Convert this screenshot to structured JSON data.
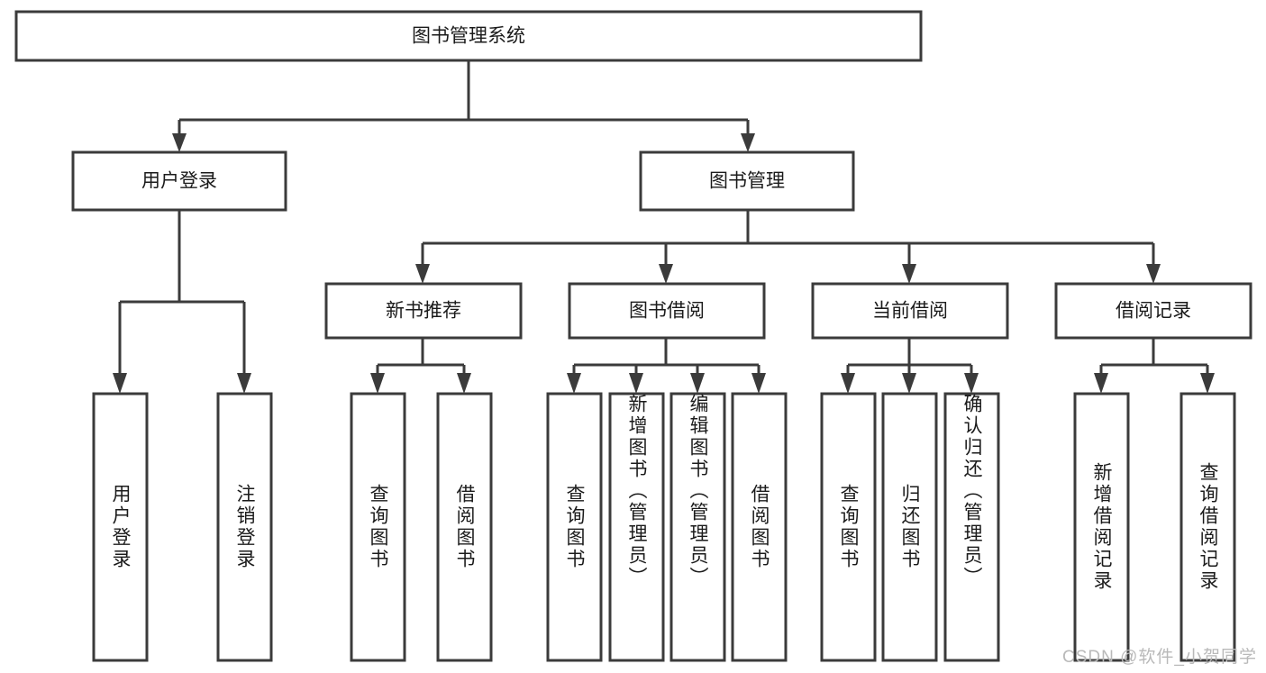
{
  "diagram": {
    "type": "tree-hierarchy",
    "title": "图书管理系统",
    "orientation": "top-down",
    "watermark": "CSDN @软件_小贺同学",
    "colors": {
      "box_stroke": "#3b3b3b",
      "box_fill": "#ffffff",
      "connector": "#3b3b3b",
      "text": "#1b1b1b",
      "watermark": "#b9b9b9",
      "background": "#ffffff"
    },
    "root": {
      "label": "图书管理系统",
      "level": 0
    },
    "level2": [
      {
        "label": "用户登录"
      },
      {
        "label": "图书管理"
      }
    ],
    "level3": [
      {
        "label": "新书推荐",
        "parent": "图书管理"
      },
      {
        "label": "图书借阅",
        "parent": "图书管理"
      },
      {
        "label": "当前借阅",
        "parent": "图书管理"
      },
      {
        "label": "借阅记录",
        "parent": "图书管理"
      }
    ],
    "leaves": {
      "user_login": [
        {
          "label": "用户登录"
        },
        {
          "label": "注销登录"
        }
      ],
      "new_book_recommend": [
        {
          "label": "查询图书"
        },
        {
          "label": "借阅图书"
        }
      ],
      "book_borrow": [
        {
          "label": "查询图书"
        },
        {
          "label": "新增图书（管理员）"
        },
        {
          "label": "编辑图书（管理员）"
        },
        {
          "label": "借阅图书"
        }
      ],
      "current_borrow": [
        {
          "label": "查询图书"
        },
        {
          "label": "归还图书"
        },
        {
          "label": "确认归还（管理员）"
        }
      ],
      "borrow_record": [
        {
          "label": "新增借阅记录"
        },
        {
          "label": "查询借阅记录"
        }
      ]
    }
  }
}
